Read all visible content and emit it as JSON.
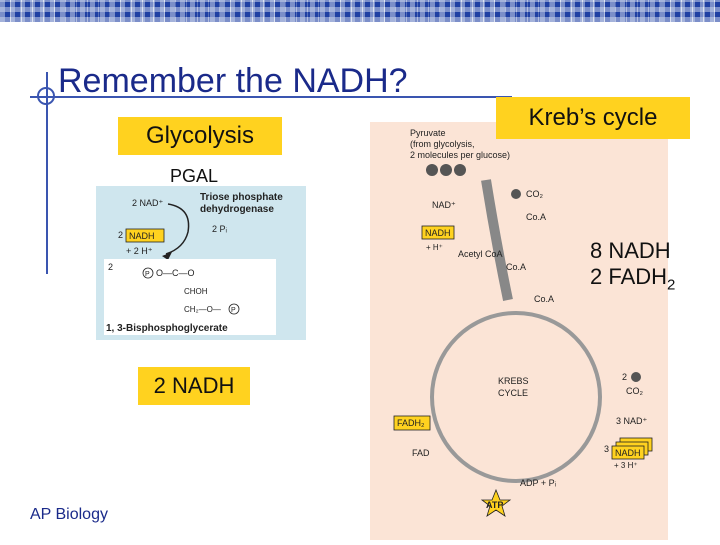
{
  "slide": {
    "title": "Remember the NADH?",
    "footer": "AP Biology"
  },
  "labels": {
    "glycolysis": "Glycolysis",
    "pgal": "PGAL",
    "glycolysis_nadh": "2 NADH",
    "krebs": "Kreb’s cycle",
    "krebs_nadh": "8 NADH",
    "krebs_fadh_prefix": "2 FADH",
    "krebs_fadh_sub": "2"
  },
  "glycolysis_figure": {
    "nad_in": "2 NAD⁺",
    "enzyme_line1": "Triose phosphate",
    "enzyme_line2": "dehydrogenase",
    "pi_in": "2 Pᵢ",
    "nadh_prefix": "2",
    "nadh_box": "NADH",
    "h_out": "+ 2 H⁺",
    "mult": "2",
    "p_circle": "P",
    "carbon_o": "O—C—O",
    "choh": "CHOH",
    "ch2": "CH₂—O—",
    "product": "1, 3-Bisphosphoglycerate"
  },
  "krebs_figure": {
    "pyruvate_1": "Pyruvate",
    "pyruvate_2": "(from glycolysis,",
    "pyruvate_3": "2 molecules per glucose)",
    "co2_top": "CO₂",
    "nad": "NAD⁺",
    "coa_1": "Co.A",
    "nadh_box": "NADH",
    "h_plus": "+ H⁺",
    "acetyl_coa": "Acetyl CoA",
    "coa_2": "Co.A",
    "coa_3": "Co.A",
    "krebs_1": "KREBS",
    "krebs_2": "CYCLE",
    "co2_2": "2",
    "co2_2b": "CO₂",
    "three_nad": "3 NAD⁺",
    "fadh2_box": "FADH₂",
    "fad": "FAD",
    "three": "3",
    "nadh_stack": "NADH",
    "three_h": "+ 3 H⁺",
    "adp": "ADP + Pᵢ",
    "atp": "ATP"
  },
  "colors": {
    "title_blue": "#1a2a8a",
    "highlight_yellow": "#ffd21f",
    "topbar_blue": "#1f3fa3",
    "fig_left_bg": "#cfe6ee",
    "fig_right_bg": "#fbe4d6"
  }
}
